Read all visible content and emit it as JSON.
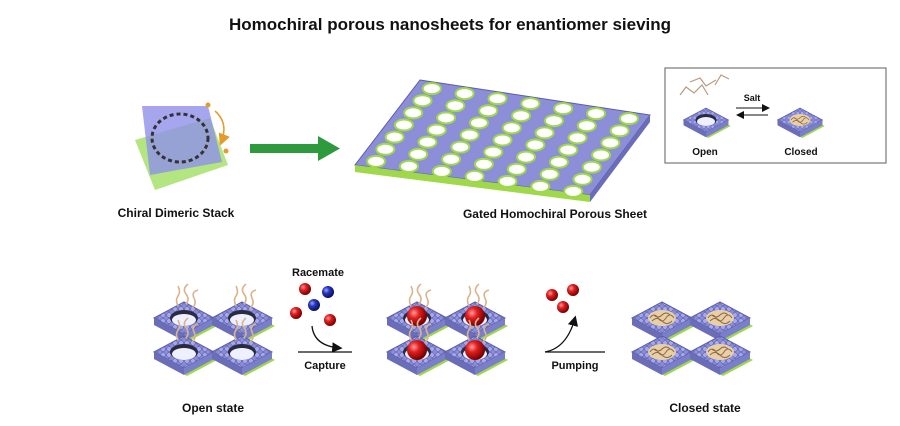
{
  "title": "Homochiral porous nanosheets for enantiomer sieving",
  "top": {
    "stack_label": "Chiral Dimeric Stack",
    "sheet_label": "Gated Homochiral Porous Sheet",
    "inset": {
      "open_label": "Open",
      "closed_label": "Closed",
      "stimulus_label": "Salt"
    }
  },
  "bottom": {
    "open_state_label": "Open state",
    "racemate_label": "Racemate",
    "capture_label": "Capture",
    "pumping_label": "Pumping",
    "closed_state_label": "Closed state"
  },
  "colors": {
    "framework": "#8c8fd8",
    "framework_dark": "#5a5ea8",
    "green_layer": "#9fd84a",
    "arrow_green": "#2e9a3e",
    "enantiomer_red": "#d11f1f",
    "enantiomer_blue": "#2030b0",
    "chain_tan": "#d9b48f"
  }
}
